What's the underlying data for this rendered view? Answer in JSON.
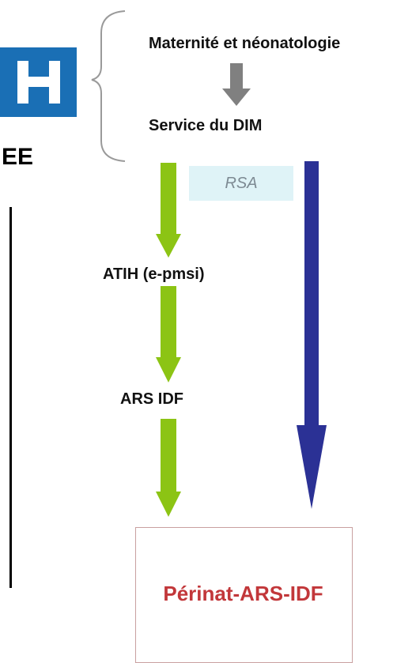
{
  "logo": {
    "letter": "H"
  },
  "left_label": "EE",
  "top_group": {
    "source": "Maternité et néonatologie",
    "service": "Service du DIM"
  },
  "flow_label": "RSA",
  "nodes": {
    "atih": "ATIH (e-pmsi)",
    "ars": "ARS IDF"
  },
  "destination": "Périnat-ARS-IDF",
  "colors": {
    "hospital_blue": "#1a6fb5",
    "green_arrow": "#8cc414",
    "blue_arrow": "#2b3195",
    "gray_arrow": "#808080",
    "destination_red": "#c2373a"
  }
}
